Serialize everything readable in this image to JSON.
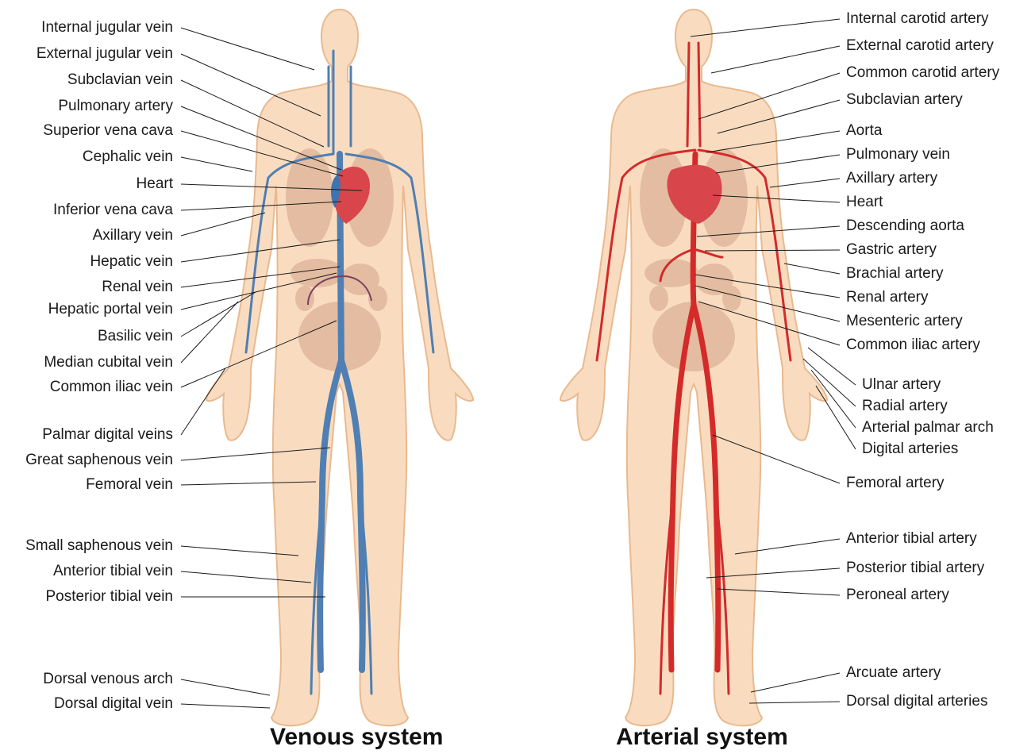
{
  "captions": {
    "venous": "Venous system",
    "arterial": "Arterial system"
  },
  "colors": {
    "skin": "#f9dcc0",
    "skin_outline": "#e9b98f",
    "organ": "#e0b49a",
    "vein": "#4f7fb3",
    "artery": "#d42a2a",
    "heart_red": "#d8454a",
    "heart_blue": "#3e74b0"
  },
  "venous_labels": [
    "Internal jugular vein",
    "External jugular vein",
    "Subclavian vein",
    "Pulmonary artery",
    "Superior vena cava",
    "Cephalic vein",
    "Heart",
    "Inferior vena cava",
    "Axillary vein",
    "Hepatic vein",
    "Renal vein",
    "Hepatic portal vein",
    "Basilic vein",
    "Median cubital vein",
    "Common iliac vein",
    "Palmar digital veins",
    "Great saphenous vein",
    "Femoral vein",
    "Small saphenous vein",
    "Anterior tibial vein",
    "Posterior tibial vein",
    "Dorsal venous arch",
    "Dorsal digital vein"
  ],
  "arterial_labels": [
    "Internal carotid artery",
    "External carotid artery",
    "Common carotid artery",
    "Subclavian artery",
    "Aorta",
    "Pulmonary vein",
    "Axillary artery",
    "Heart",
    "Descending aorta",
    "Gastric artery",
    "Brachial artery",
    "Renal artery",
    "Mesenteric artery",
    "Common iliac artery",
    "Ulnar artery",
    "Radial artery",
    "Arterial palmar arch",
    "Digital arteries",
    "Femoral artery",
    "Anterior tibial artery",
    "Posterior tibial artery",
    "Peroneal artery",
    "Arcuate artery",
    "Dorsal digital arteries"
  ]
}
